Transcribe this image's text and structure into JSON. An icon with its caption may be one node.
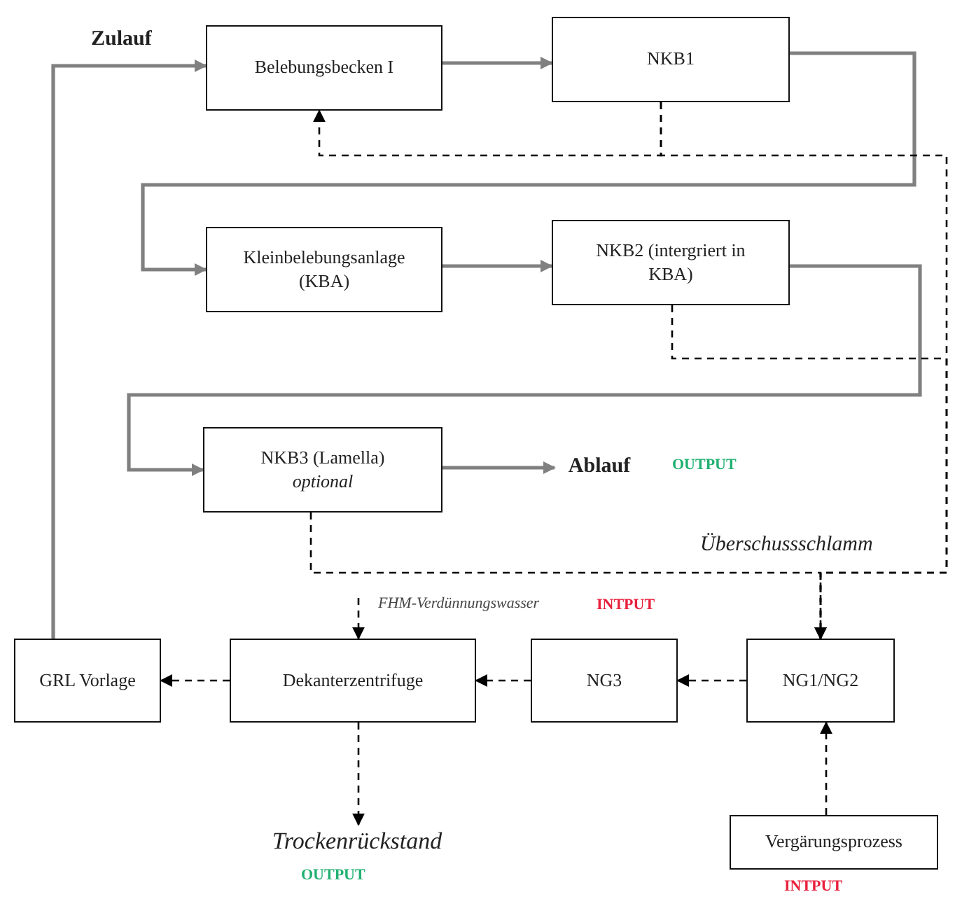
{
  "diagram": {
    "nodes": [
      {
        "text": [
          "Belebungsbecken I"
        ]
      },
      {
        "text": [
          "NKB1"
        ]
      },
      {
        "text": [
          "Kleinbelebungsanlage (KBA)"
        ]
      },
      {
        "text": [
          "NKB2 (intergriert in KBA)"
        ]
      },
      {
        "text": [
          "NKB3 (Lamella)",
          "optional"
        ]
      },
      {
        "text": [
          "Ablauf"
        ],
        "beside": [
          "OUTPUT"
        ]
      },
      {
        "text": [
          "GRL Vorlage"
        ]
      },
      {
        "text": [
          "Dekanterzentrifuge"
        ]
      },
      {
        "text": [
          "NG3"
        ]
      },
      {
        "text": [
          "NG1/NG2"
        ]
      },
      {
        "text": [
          "Trockenrückstand"
        ],
        "beside": [
          "OUTPUT"
        ]
      },
      {
        "text": [
          "Vergärungsprozess"
        ],
        "beside": [
          "INTPUT"
        ]
      }
    ],
    "edges": [
      {
        "from": 6,
        "to": 0,
        "arrow": "to",
        "color": "#808080"
      },
      {
        "from": 0,
        "to": 1,
        "arrow": "to",
        "color": "#808080"
      },
      {
        "from": 1,
        "to": 2,
        "arrow": "to",
        "color": "#808080"
      },
      {
        "from": 2,
        "to": 3,
        "arrow": "to",
        "color": "#808080"
      },
      {
        "from": 3,
        "to": 4,
        "arrow": "to",
        "color": "#808080"
      },
      {
        "from": 4,
        "to": 5,
        "arrow": "to",
        "color": "#808080"
      },
      {
        "from": 1,
        "to": 0,
        "arrow": "to",
        "style": "dashed"
      },
      {
        "from": 1,
        "to": 9,
        "arrow": "to",
        "style": "dashed"
      },
      {
        "from": 3,
        "to": 9,
        "arrow": "to",
        "style": "dashed"
      },
      {
        "from": 4,
        "to": 9,
        "arrow": "to",
        "style": "dashed"
      },
      {
        "from": 9,
        "to": 8,
        "arrow": "to",
        "style": "dashed"
      },
      {
        "from": 8,
        "to": 7,
        "arrow": "to",
        "style": "dashed"
      },
      {
        "from": 7,
        "to": 6,
        "arrow": "to",
        "style": "dashed"
      },
      {
        "from": 7,
        "to": 10,
        "arrow": "to",
        "style": "dashed"
      },
      {
        "from": null,
        "to": 7,
        "arrow": "to",
        "style": "dashed"
      },
      {
        "from": 11,
        "to": 9,
        "arrow": "to",
        "style": "dashed"
      }
    ],
    "labels": [
      "Zulauf",
      "Überschussschlamm",
      "FHM-Verdünnungswasser",
      "INTPUT"
    ]
  }
}
